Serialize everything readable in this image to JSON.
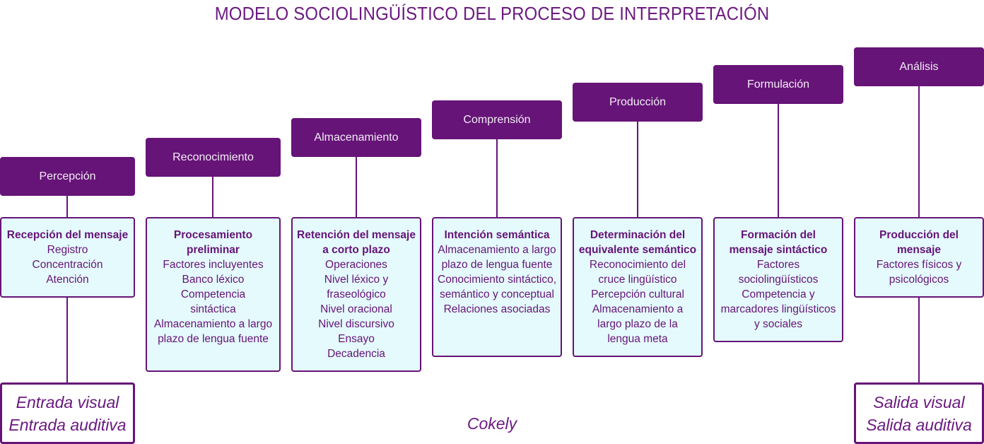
{
  "title": "MODELO SOCIOLINGÜÍSTICO DEL PROCESO DE INTERPRETACIÓN",
  "colors": {
    "primary": "#661477",
    "box_fill": "#e4fafc",
    "header_text": "#f3ecf6"
  },
  "stages": [
    {
      "header": "Percepción",
      "detail_title": "Recepción del mensaje",
      "details": [
        "Registro",
        "Concentración",
        "Atención"
      ]
    },
    {
      "header": "Reconocimiento",
      "detail_title": "Procesamiento preliminar",
      "details": [
        "Factores incluyentes",
        "Banco léxico",
        "Competencia sintáctica",
        "Almacenamiento a largo plazo de lengua fuente"
      ]
    },
    {
      "header": "Almacenamiento",
      "detail_title": "Retención del mensaje a corto plazo",
      "details": [
        "Operaciones",
        "Nivel léxico y fraseológico",
        "Nivel oracional",
        "Nivel discursivo",
        "Ensayo",
        "Decadencia"
      ]
    },
    {
      "header": "Comprensión",
      "detail_title": "Intención semántica",
      "details": [
        "Almacenamiento a largo plazo de lengua fuente",
        "Conocimiento sintáctico, semántico y conceptual",
        "Relaciones asociadas"
      ]
    },
    {
      "header": "Producción",
      "detail_title": "Determinación del equivalente semántico",
      "details": [
        "Reconocimiento del cruce lingüístico",
        "Percepción cultural",
        "Almacenamiento a largo plazo de la lengua meta"
      ]
    },
    {
      "header": "Formulación",
      "detail_title": "Formación del mensaje sintáctico",
      "details": [
        "Factores sociolingüísticos",
        "Competencia y marcadores lingüísticos y sociales"
      ]
    },
    {
      "header": "Análisis",
      "detail_title": "Producción del mensaje",
      "details": [
        "Factores físicos y psicológicos"
      ]
    }
  ],
  "input": {
    "lines": [
      "Entrada visual",
      "Entrada auditiva"
    ]
  },
  "output": {
    "lines": [
      "Salida visual",
      "Salida auditiva"
    ]
  },
  "author": "Cokely"
}
